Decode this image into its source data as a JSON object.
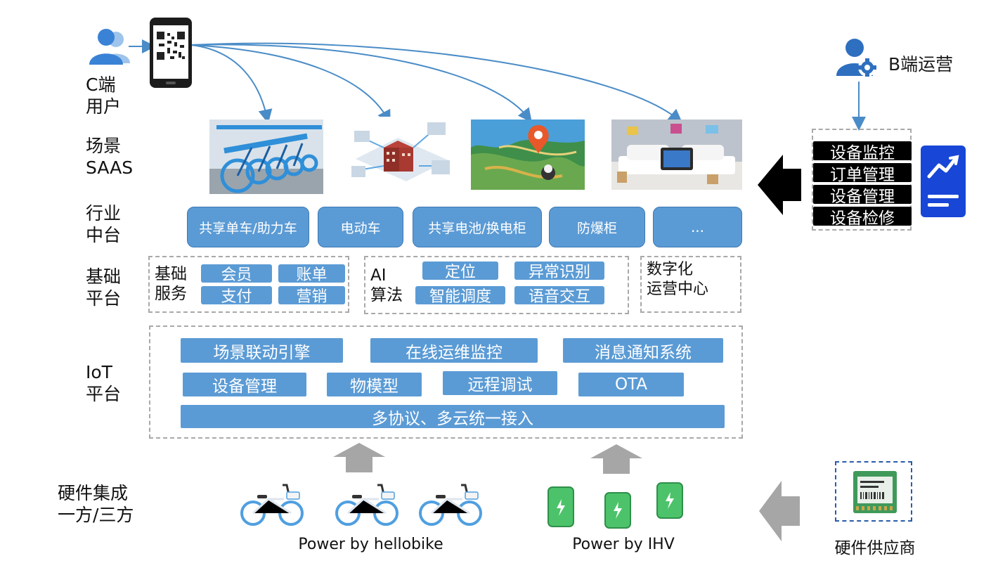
{
  "actors": {
    "c_user": "C端\n用户",
    "b_ops": "B端运营"
  },
  "layers": {
    "scene": "场景\nSAAS",
    "industry": "行业\n中台",
    "base": "基础\n平台",
    "iot": "IoT\n平台",
    "hardware": "硬件集成\n一方/三方"
  },
  "industry_items": [
    "共享单车/助力车",
    "电动车",
    "共享电池/换电柜",
    "防爆柜",
    "..."
  ],
  "base_platform": {
    "services_label": "基础\n服务",
    "services": [
      "会员",
      "账单",
      "支付",
      "营销"
    ],
    "ai_label": "AI\n算法",
    "ai": [
      "定位",
      "异常识别",
      "智能调度",
      "语音交互"
    ],
    "digital_ops_center": "数字化\n运营中心"
  },
  "iot_platform": {
    "row1": [
      "场景联动引擎",
      "在线运维监控",
      "消息通知系统"
    ],
    "row2": [
      "设备管理",
      "物模型",
      "远程调试",
      "OTA"
    ],
    "row3": "多协议、多云统一接入"
  },
  "b_ops_functions": [
    "设备监控",
    "订单管理",
    "设备管理",
    "设备检修"
  ],
  "hardware": {
    "hellobike_credit": "Power by hellobike",
    "ihv_credit": "Power by IHV",
    "supplier": "硬件供应商"
  },
  "colors": {
    "accent_blue": "#5b9bd5",
    "dark_blue": "#2a5caa",
    "arrow_gray": "#a6a6a6",
    "battery_green": "#4cc36a"
  }
}
